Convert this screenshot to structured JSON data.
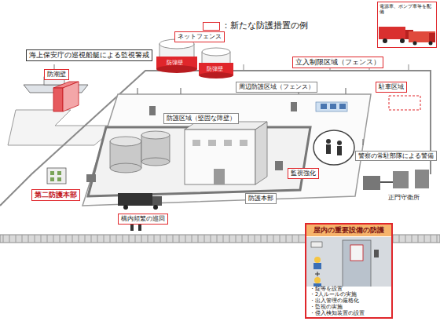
{
  "diagram": {
    "nodes": [
      {
        "text": [
          "海上保安庁の巡視船艇による監視警戒"
        ]
      },
      {
        "text": [
          "ネットフェンス"
        ]
      },
      {
        "text": [
          "立入制限区域（フェンス）"
        ]
      },
      {
        "text": [
          "電源車、ポンプ車等を配備"
        ]
      },
      {
        "text": [
          "防潮壁"
        ]
      },
      {
        "text": [
          "周辺防護区域（フェンス）"
        ]
      },
      {
        "text": [
          "駐車区域"
        ]
      },
      {
        "text": [
          "防護区域（堅固な障壁）"
        ]
      },
      {
        "text": [
          "監視強化"
        ]
      },
      {
        "text": [
          "警察の常駐部隊による警備"
        ]
      },
      {
        "text": [
          "第二防護本部"
        ]
      },
      {
        "text": [
          "防護本部"
        ]
      },
      {
        "text": [
          "構内頻繁の巡回"
        ]
      },
      {
        "text": [
          "屋内の重要設備の防護",
          "・錠等を設置",
          "・2人ルールの実施",
          "・出入管理の厳格化",
          "・監視の実施",
          "・侵入検知装置の設置"
        ]
      }
    ],
    "labels": [
      "防弾壁",
      "防弾壁",
      "正門守衛所"
    ],
    "legend": [
      {
        "text": "：新たな防護措置の例"
      }
    ]
  }
}
